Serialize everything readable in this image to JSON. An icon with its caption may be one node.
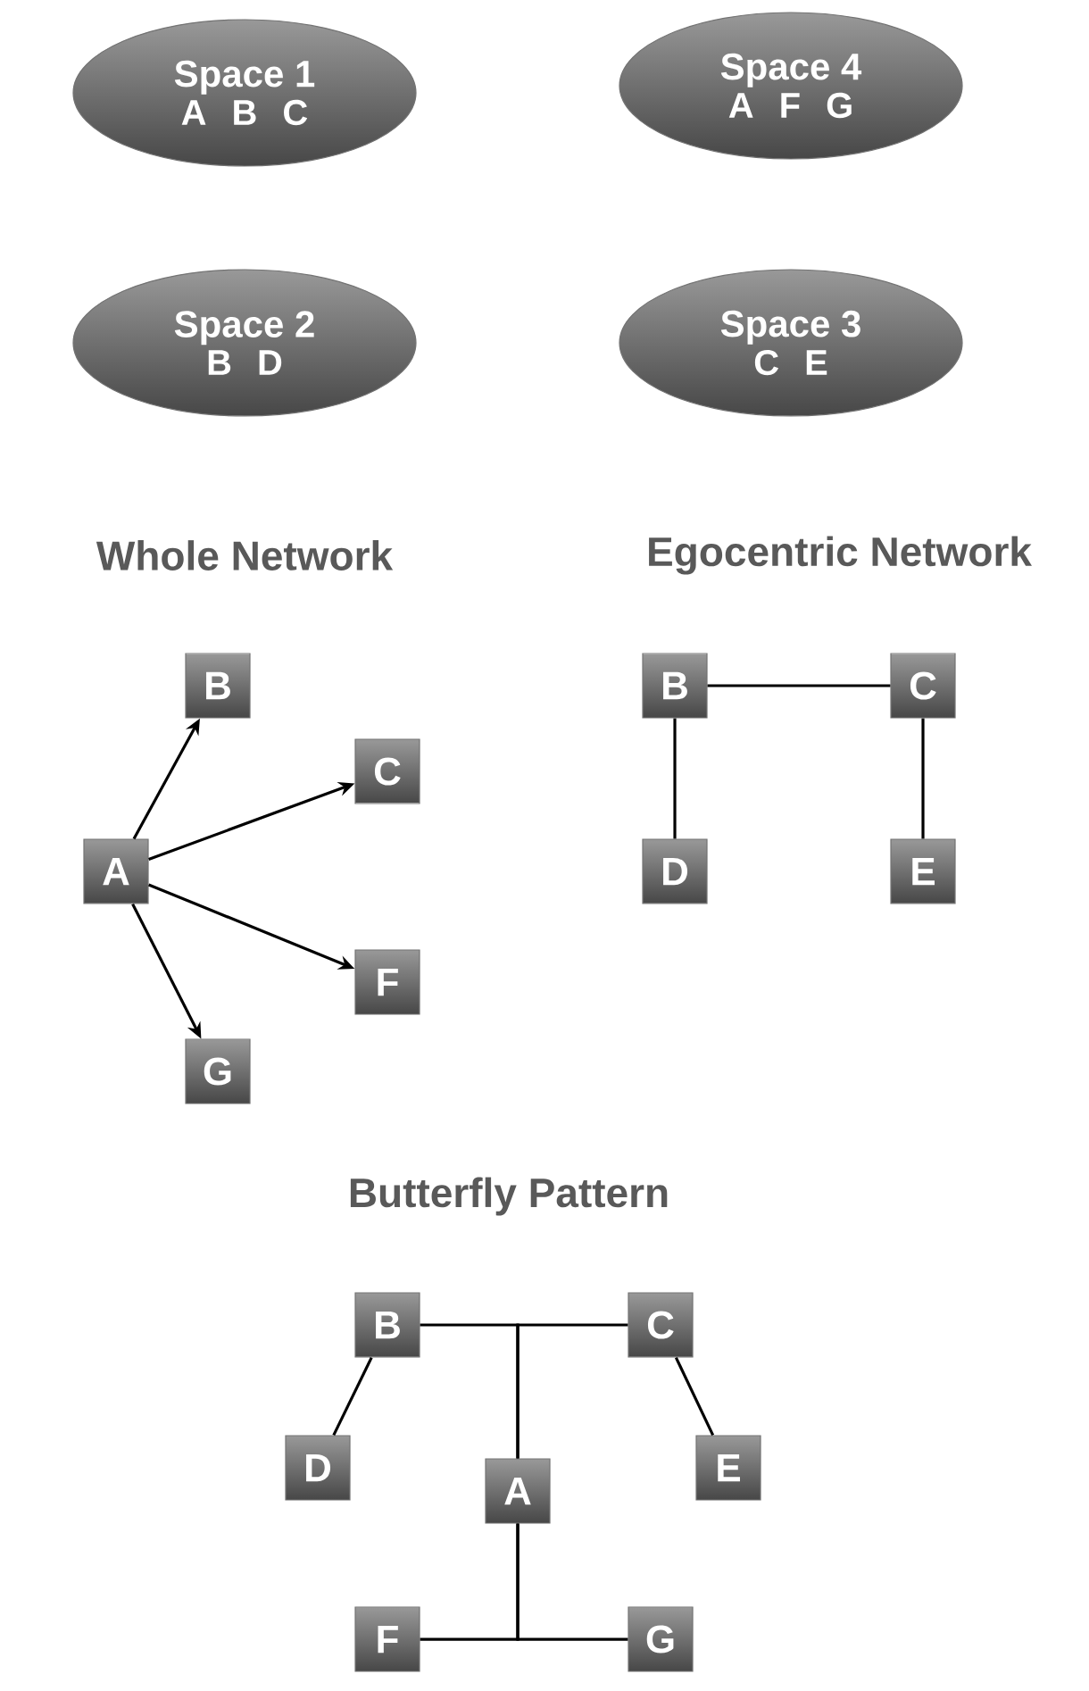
{
  "diagram": {
    "nodes": [
      {
        "text": [
          "Space 1",
          "A B C"
        ]
      },
      {
        "text": [
          "Space 4",
          "A F G"
        ]
      },
      {
        "text": [
          "Space 2",
          "B D"
        ]
      },
      {
        "text": [
          "Space 3",
          "C E"
        ]
      },
      {
        "text": [
          "B"
        ]
      },
      {
        "text": [
          "C"
        ]
      },
      {
        "text": [
          "A"
        ]
      },
      {
        "text": [
          "F"
        ]
      },
      {
        "text": [
          "G"
        ]
      },
      {
        "text": [
          "B"
        ]
      },
      {
        "text": [
          "C"
        ]
      },
      {
        "text": [
          "D"
        ]
      },
      {
        "text": [
          "E"
        ]
      },
      {
        "text": [
          "B"
        ]
      },
      {
        "text": [
          "C"
        ]
      },
      {
        "text": [
          "D"
        ]
      },
      {
        "text": [
          "E"
        ]
      },
      {
        "text": [
          "A"
        ]
      },
      {
        "text": [
          "F"
        ]
      },
      {
        "text": [
          "G"
        ]
      }
    ],
    "edges": [
      {
        "from": 6,
        "to": 4,
        "arrow": "to"
      },
      {
        "from": 6,
        "to": 5,
        "arrow": "to"
      },
      {
        "from": 6,
        "to": 7,
        "arrow": "to"
      },
      {
        "from": 6,
        "to": 8,
        "arrow": "to"
      },
      {
        "from": 9,
        "to": 10,
        "arrow": "none"
      },
      {
        "from": 9,
        "to": 11,
        "arrow": "none"
      },
      {
        "from": 10,
        "to": 12,
        "arrow": "none"
      },
      {
        "from": 17,
        "to": 13,
        "arrow": "none"
      },
      {
        "from": 17,
        "to": 14,
        "arrow": "none"
      },
      {
        "from": 13,
        "to": 15,
        "arrow": "none"
      },
      {
        "from": 14,
        "to": 16,
        "arrow": "none"
      },
      {
        "from": 17,
        "to": 18,
        "arrow": "none"
      },
      {
        "from": 17,
        "to": 19,
        "arrow": "none"
      }
    ],
    "labels": [
      "Whole Network",
      "Egocentric Network",
      "Butterfly Pattern"
    ]
  }
}
